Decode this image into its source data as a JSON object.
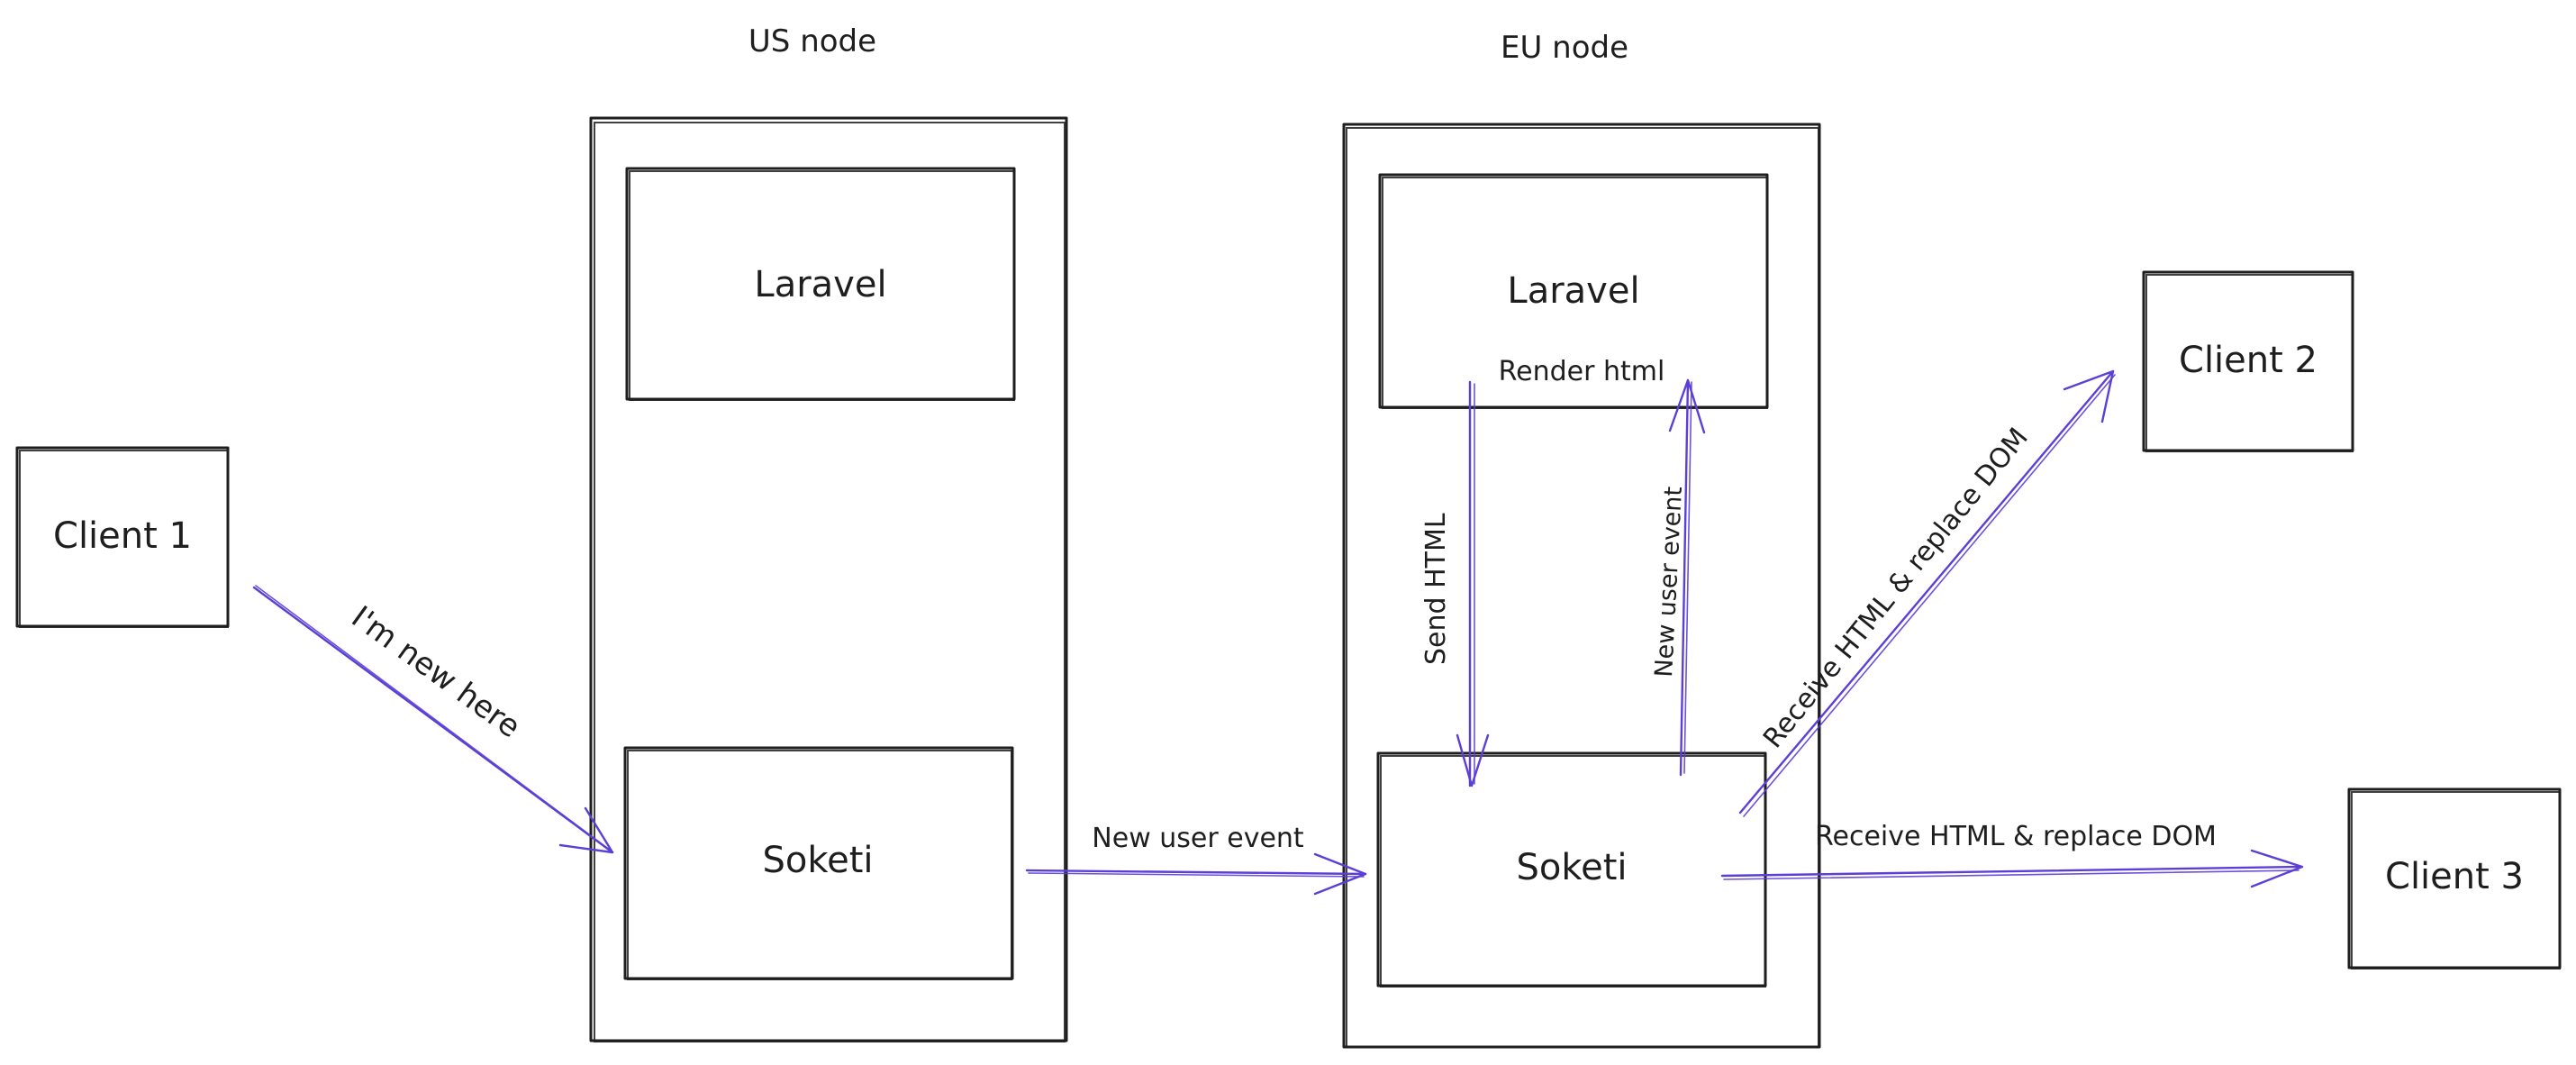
{
  "nodes": {
    "us": {
      "title": "US node",
      "laravel": "Laravel",
      "soketi": "Soketi"
    },
    "eu": {
      "title": "EU node",
      "laravel": "Laravel",
      "soketi": "Soketi"
    }
  },
  "clients": {
    "client1": "Client 1",
    "client2": "Client 2",
    "client3": "Client 3"
  },
  "edges": {
    "client1_to_us": "I'm new here",
    "us_to_eu": "New user event",
    "render_html": "Render html",
    "send_html": "Send HTML",
    "eu_new_user_event": "New user event",
    "to_client2": "Receive HTML & replace DOM",
    "to_client3": "Receive HTML & replace DOM"
  },
  "colors": {
    "stroke": "#1e1e1e",
    "arrow": "#5b3fd6",
    "background": "#ffffff"
  }
}
